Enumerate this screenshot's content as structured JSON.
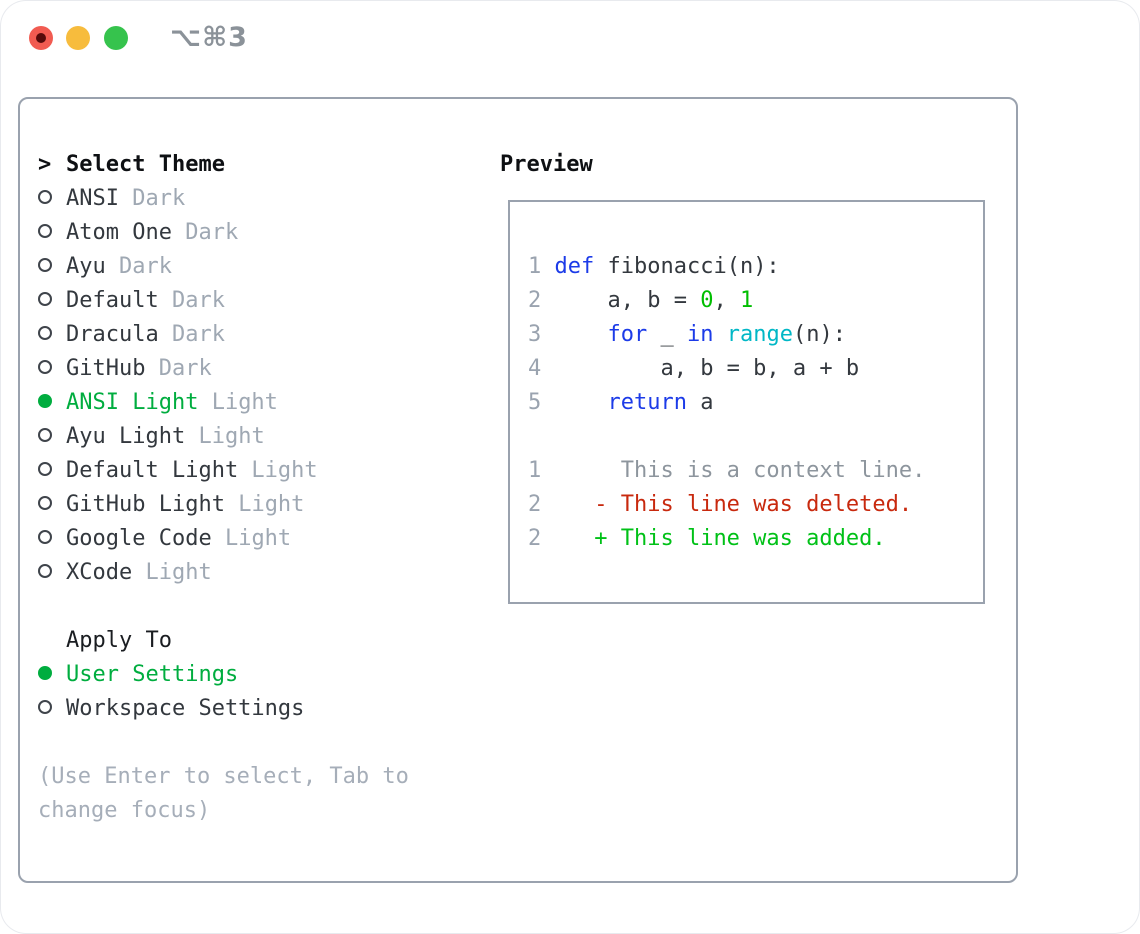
{
  "titlebar": {
    "shortcut": "⌥⌘3"
  },
  "palette": {
    "accent_green": "#00ad3f",
    "border_gray": "#9aa2ae",
    "text": "#33383e",
    "keyword": "#1c3be8",
    "builtin": "#00b7c6",
    "number": "#00be00",
    "context": "#8d959d",
    "deleted": "#c8290e",
    "added": "#00c117",
    "gutter": "#9aa3af",
    "traffic_red": "#f15b51",
    "traffic_yellow": "#f7bc3d",
    "traffic_green": "#36c34d"
  },
  "theme_list": {
    "prompt": ">",
    "title": "Select Theme",
    "items": [
      {
        "name": "ANSI",
        "tag": "Dark",
        "selected": false
      },
      {
        "name": "Atom One",
        "tag": "Dark",
        "selected": false
      },
      {
        "name": "Ayu",
        "tag": "Dark",
        "selected": false
      },
      {
        "name": "Default",
        "tag": "Dark",
        "selected": false
      },
      {
        "name": "Dracula",
        "tag": "Dark",
        "selected": false
      },
      {
        "name": "GitHub",
        "tag": "Dark",
        "selected": false
      },
      {
        "name": "ANSI Light",
        "tag": "Light",
        "selected": true
      },
      {
        "name": "Ayu Light",
        "tag": "Light",
        "selected": false
      },
      {
        "name": "Default Light",
        "tag": "Light",
        "selected": false
      },
      {
        "name": "GitHub Light",
        "tag": "Light",
        "selected": false
      },
      {
        "name": "Google Code",
        "tag": "Light",
        "selected": false
      },
      {
        "name": "XCode",
        "tag": "Light",
        "selected": false
      }
    ]
  },
  "apply_to": {
    "title": "Apply To",
    "options": [
      {
        "label": "User Settings",
        "selected": true
      },
      {
        "label": "Workspace Settings",
        "selected": false
      }
    ]
  },
  "hint": {
    "lines": [
      "(Use Enter to select, Tab to",
      "change focus)"
    ]
  },
  "preview": {
    "title": "Preview",
    "code_lines": [
      {
        "gutter": "1",
        "segments": [
          {
            "text": " "
          },
          {
            "text": "def",
            "color": "keyword"
          },
          {
            "text": " fibonacci(n):"
          }
        ]
      },
      {
        "gutter": "2",
        "segments": [
          {
            "text": "     a, b = "
          },
          {
            "text": "0",
            "color": "number"
          },
          {
            "text": ", "
          },
          {
            "text": "1",
            "color": "number"
          }
        ]
      },
      {
        "gutter": "3",
        "segments": [
          {
            "text": "     "
          },
          {
            "text": "for",
            "color": "keyword"
          },
          {
            "text": " _ "
          },
          {
            "text": "in",
            "color": "keyword"
          },
          {
            "text": " "
          },
          {
            "text": "range",
            "color": "builtin"
          },
          {
            "text": "(n):"
          }
        ]
      },
      {
        "gutter": "4",
        "segments": [
          {
            "text": "         a, b = b, a + b"
          }
        ]
      },
      {
        "gutter": "5",
        "segments": [
          {
            "text": "     "
          },
          {
            "text": "return",
            "color": "keyword"
          },
          {
            "text": " a"
          }
        ]
      },
      {
        "gutter": "",
        "segments": []
      },
      {
        "gutter": "1",
        "segments": [
          {
            "text": "      This is a context line.",
            "color": "context"
          }
        ]
      },
      {
        "gutter": "2",
        "segments": [
          {
            "text": "    "
          },
          {
            "text": "- This line was deleted.",
            "color": "deleted"
          }
        ]
      },
      {
        "gutter": "2",
        "segments": [
          {
            "text": "    "
          },
          {
            "text": "+ This line was added.",
            "color": "added"
          }
        ]
      }
    ]
  }
}
